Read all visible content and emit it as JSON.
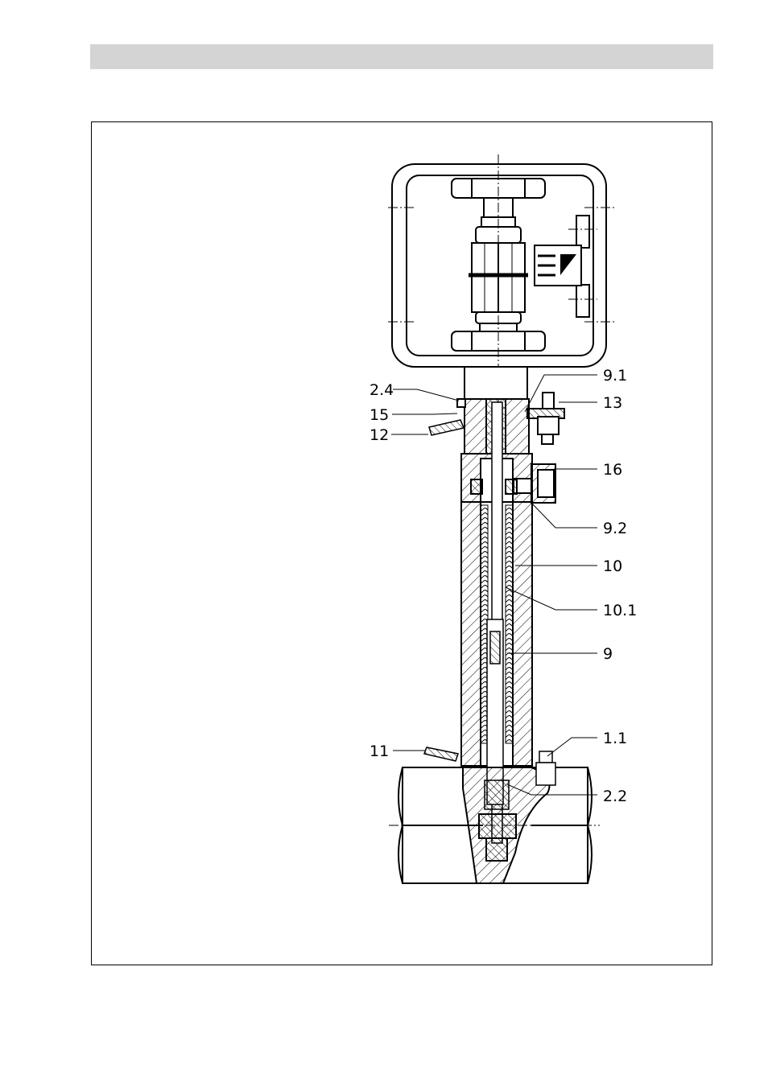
{
  "colors": {
    "band": "#d4d4d4",
    "line": "#000000",
    "background": "#ffffff"
  },
  "callouts": {
    "c_2_4": "2.4",
    "c_15": "15",
    "c_12": "12",
    "c_9_1": "9.1",
    "c_13": "13",
    "c_16": "16",
    "c_9_2": "9.2",
    "c_10": "10",
    "c_10_1": "10.1",
    "c_9": "9",
    "c_11": "11",
    "c_1_1": "1.1",
    "c_2_2": "2.2"
  },
  "icons": {
    "drive_symbol": "position-indicator-icon"
  }
}
